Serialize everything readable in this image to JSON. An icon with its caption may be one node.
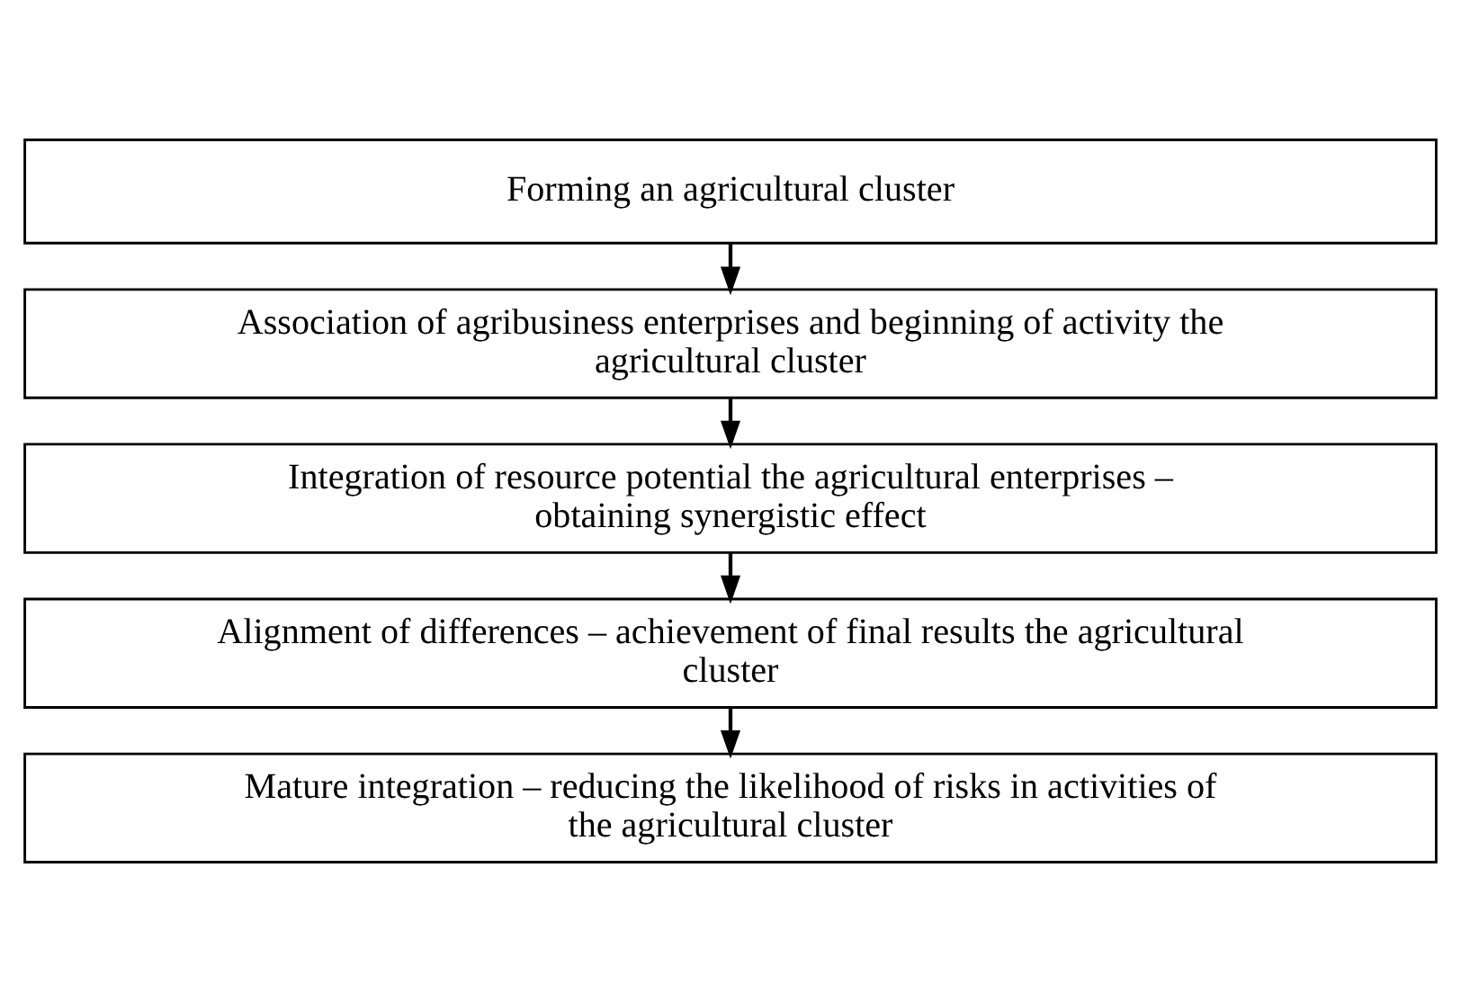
{
  "diagram": {
    "nodes": [
      {
        "text": [
          "Forming an agricultural cluster"
        ]
      },
      {
        "text": [
          "Association of agribusiness enterprises and beginning of activity the agricultural cluster"
        ]
      },
      {
        "text": [
          "Integration of resource potential the agricultural enterprises – obtaining synergistic effect"
        ]
      },
      {
        "text": [
          "Alignment of differences – achievement of final results the agricultural cluster"
        ]
      },
      {
        "text": [
          "Mature integration – reducing the likelihood of risks in activities of the agricultural cluster"
        ]
      }
    ],
    "edges": [
      {
        "from": 0,
        "to": 1,
        "arrow": "to"
      },
      {
        "from": 1,
        "to": 2,
        "arrow": "to"
      },
      {
        "from": 2,
        "to": 3,
        "arrow": "to"
      },
      {
        "from": 3,
        "to": 4,
        "arrow": "to"
      }
    ]
  }
}
